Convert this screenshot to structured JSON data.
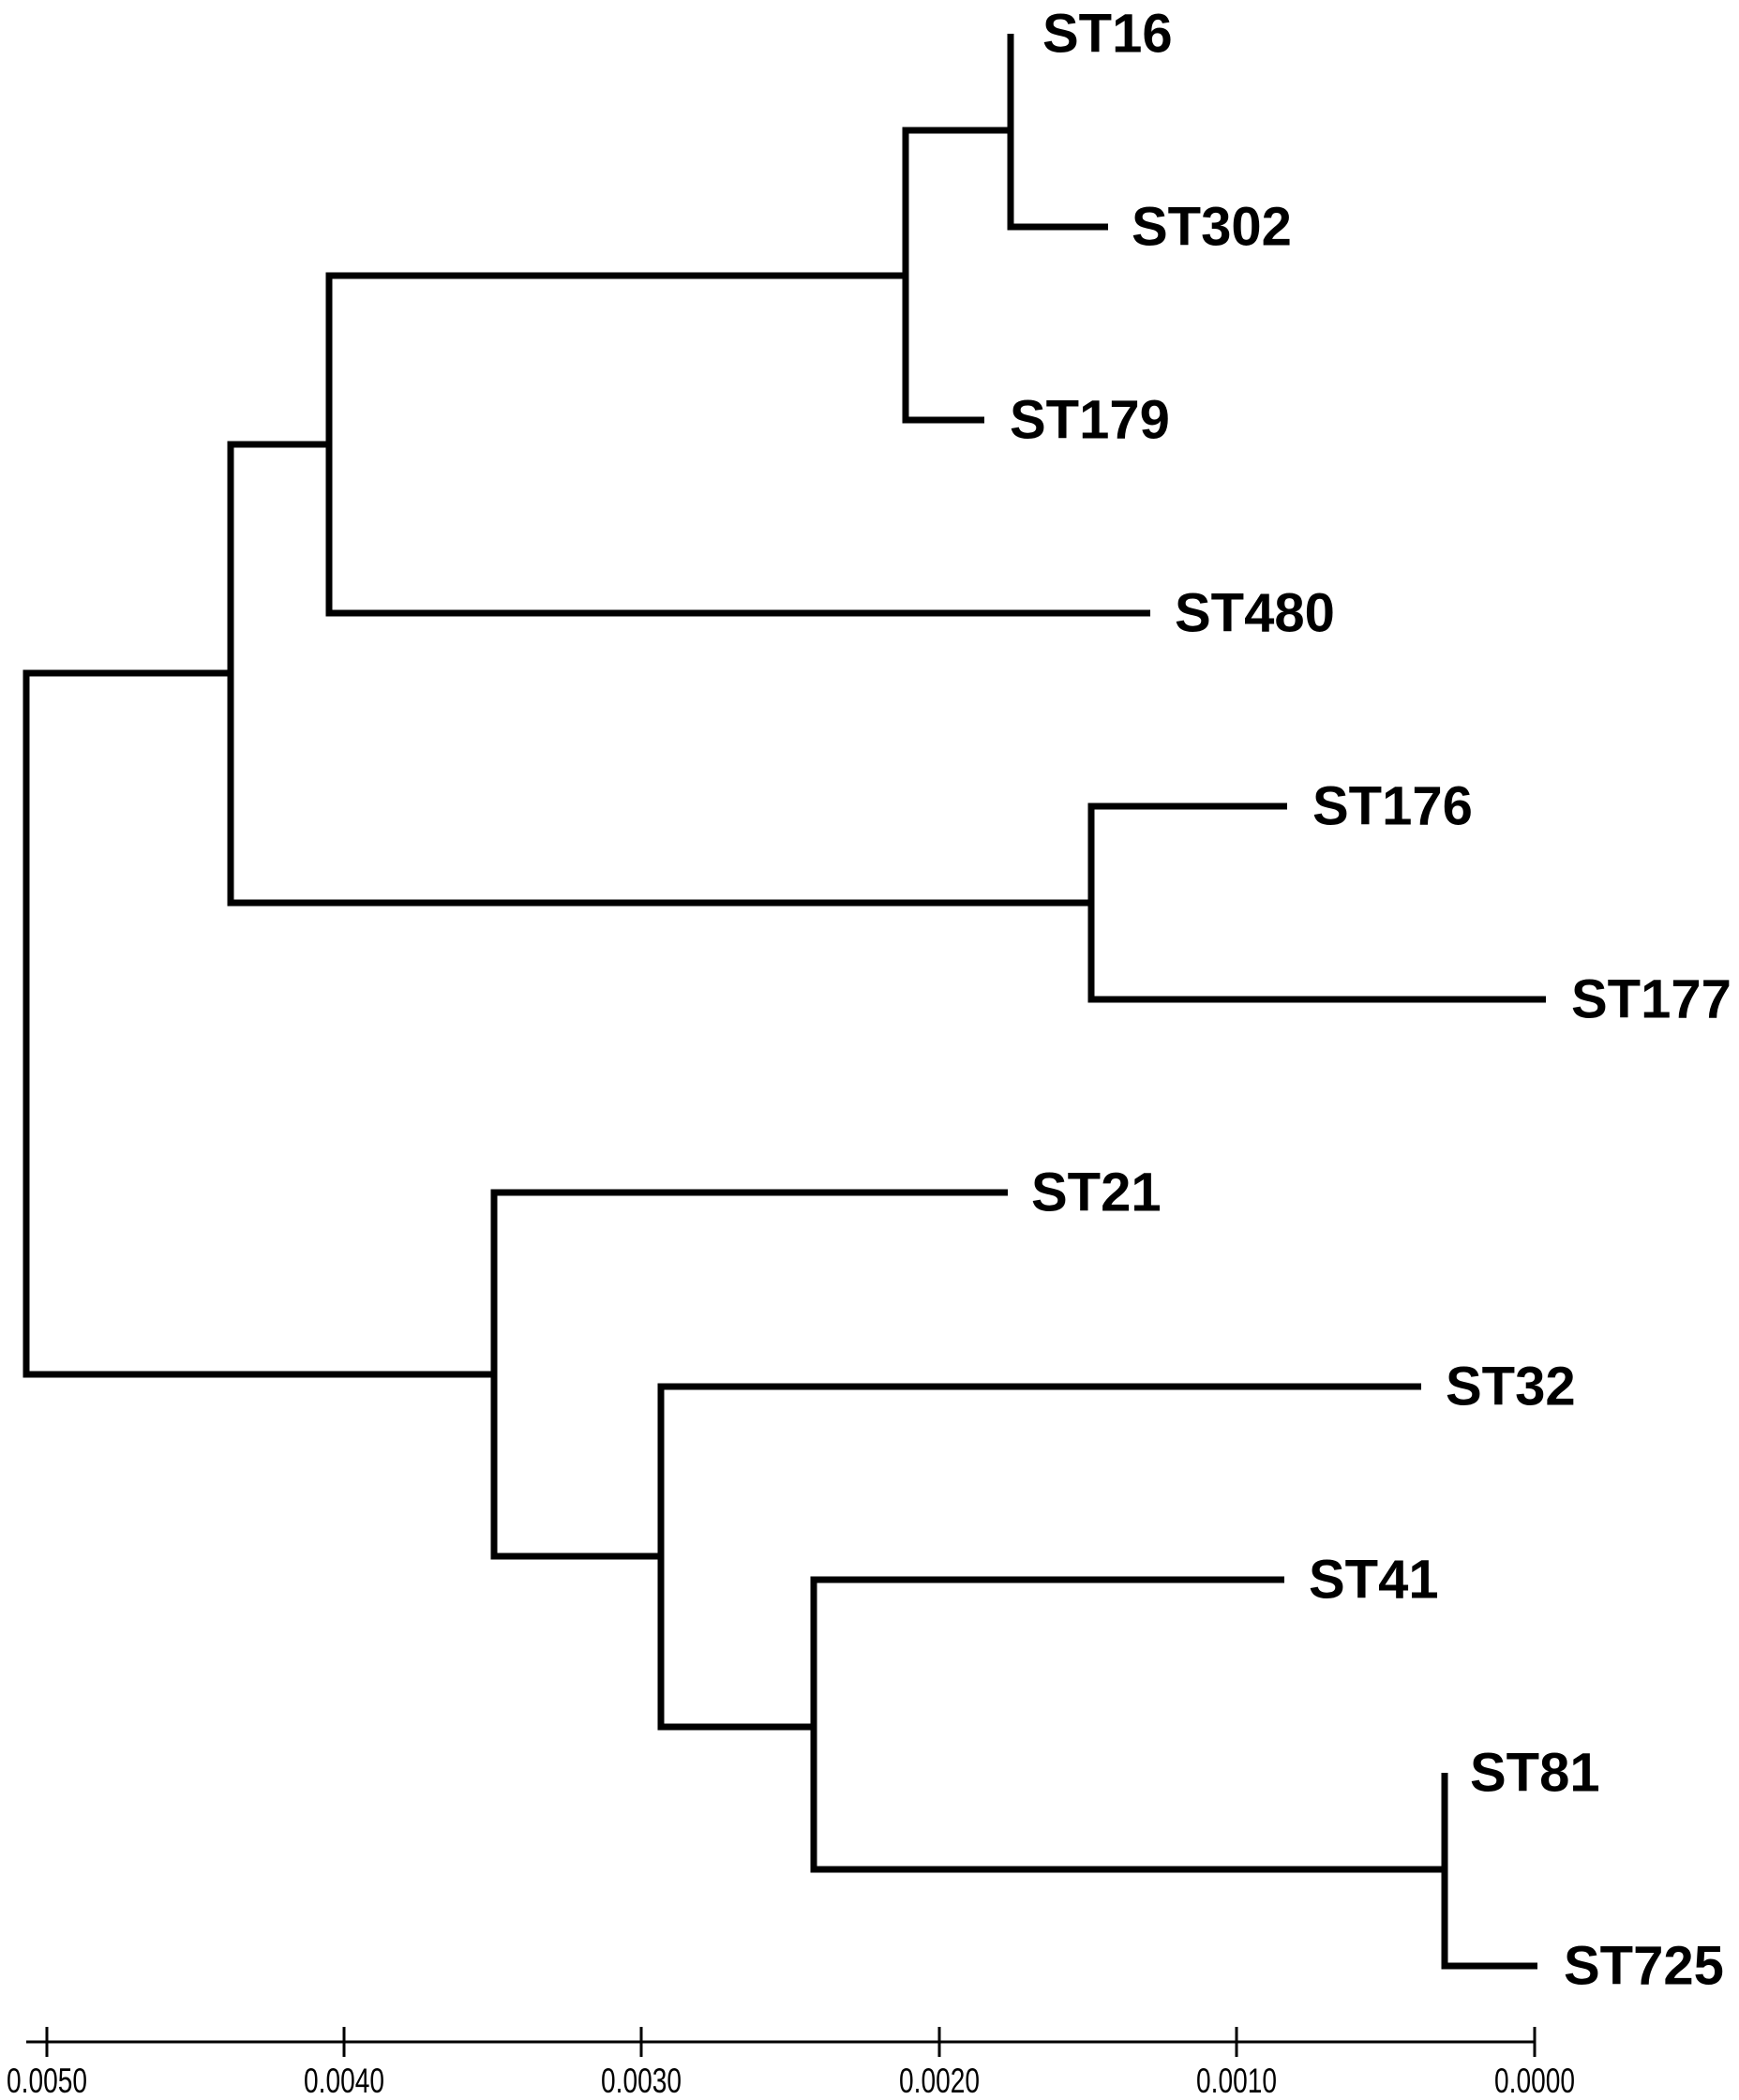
{
  "figure": {
    "tips": [
      {
        "label": "ST16"
      },
      {
        "label": "ST302"
      },
      {
        "label": "ST179"
      },
      {
        "label": "ST480"
      },
      {
        "label": "ST176"
      },
      {
        "label": "ST177"
      },
      {
        "label": "ST21"
      },
      {
        "label": "ST32"
      },
      {
        "label": "ST41"
      },
      {
        "label": "ST81"
      },
      {
        "label": "ST725"
      }
    ],
    "axis": {
      "tick_labels": [
        {
          "text": "0.0050"
        },
        {
          "text": "0.0040"
        },
        {
          "text": "0.0030"
        },
        {
          "text": "0.0020"
        },
        {
          "text": "0.0010"
        },
        {
          "text": "0.0000"
        }
      ]
    },
    "colors": {
      "line": "#000000",
      "text": "#000000",
      "background": "#ffffff"
    }
  },
  "chart_data": {
    "type": "phylogenetic-tree",
    "layout": "rectangular, tips on right, distance scale decreasing left-to-right",
    "taxa": [
      "ST16",
      "ST302",
      "ST179",
      "ST480",
      "ST176",
      "ST177",
      "ST21",
      "ST32",
      "ST41",
      "ST81",
      "ST725"
    ],
    "newick": "(((((ST16:0.0000,ST302:0.0003):0.0004,ST179:0.0003):0.0019,ST480:0.0028):0.0003,(ST176:0.0007,ST177:0.0015):0.0029):0.0007,(ST21:0.0017,(ST32:0.0026,(ST41:0.0016,(ST81:0.0000,ST725:0.0003):0.0021):0.0005):0.0006):0.0016);",
    "topology_notes": [
      "Root splits into an upper clade ((((ST16,ST302),ST179),ST480),(ST176,ST177)) and a lower clade (ST21,(ST32,(ST41,(ST81,ST725))))",
      "ST16 and ST81 have near-zero terminal branch lengths",
      "ST725 terminal branch ends at scale position 0.0000"
    ],
    "scale_axis": {
      "tick_values": [
        0.005,
        0.004,
        0.003,
        0.002,
        0.001,
        0.0
      ],
      "orientation": "horizontal, values decrease to the right",
      "grid": false
    }
  }
}
